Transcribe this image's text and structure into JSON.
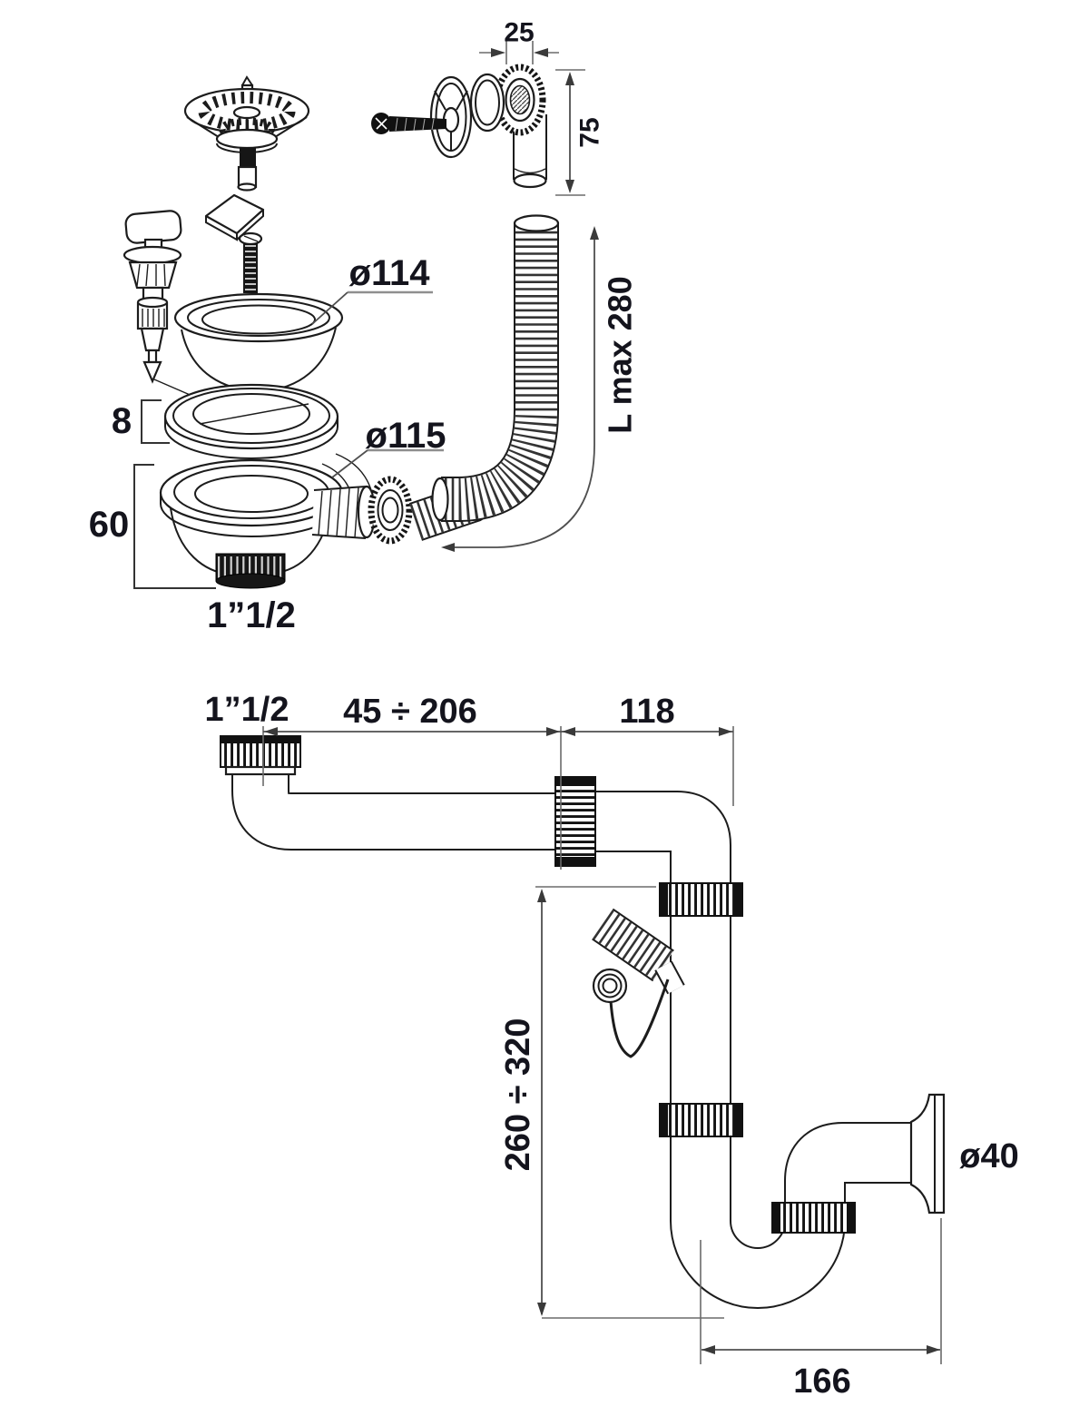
{
  "page": {
    "background": "#ffffff",
    "ink": "#1c1c1c",
    "dim_line_color": "#555555",
    "text_color": "#14141d"
  },
  "top_diagram": {
    "labels": {
      "overflow_nut_width": "25",
      "overflow_elbow_height": "75",
      "strainer_diameter": "ø114",
      "body_flange_diameter": "ø115",
      "gasket_thickness": "8",
      "body_depth": "60",
      "outlet_thread": "1”1/2",
      "overflow_hose_length": "L max 280"
    }
  },
  "bottom_diagram": {
    "labels": {
      "inlet_thread": "1”1/2",
      "horizontal_adjustment": "45 ÷ 206",
      "elbow_offset": "118",
      "vertical_adjustment": "260 ÷ 320",
      "outlet_diameter": "ø40",
      "trap_width": "166"
    }
  }
}
